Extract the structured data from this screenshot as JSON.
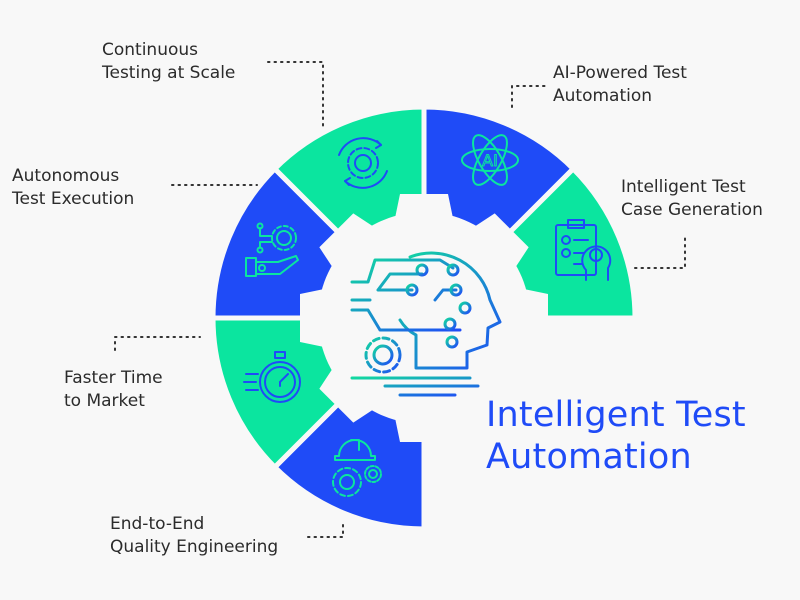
{
  "title": {
    "line1": "Intelligent Test",
    "line2": "Automation"
  },
  "colors": {
    "blue": "#1f4bf7",
    "green": "#0be59f",
    "text": "#2b2b2b",
    "background": "#f8f8f8"
  },
  "segments": [
    {
      "label_line1": "AI-Powered Test",
      "label_line2": "Automation",
      "color": "blue",
      "icon": "ai-atom-icon"
    },
    {
      "label_line1": "Intelligent Test",
      "label_line2": "Case Generation",
      "color": "green",
      "icon": "clipboard-brain-icon"
    },
    {
      "label_line1": "End-to-End",
      "label_line2": "Quality Engineering",
      "color": "blue",
      "icon": "hardhat-gears-icon"
    },
    {
      "label_line1": "Faster Time",
      "label_line2": "to Market",
      "color": "green",
      "icon": "stopwatch-icon"
    },
    {
      "label_line1": "Autonomous",
      "label_line2": "Test Execution",
      "color": "blue",
      "icon": "robot-hand-gear-icon"
    },
    {
      "label_line1": "Continuous",
      "label_line2": "Testing at Scale",
      "color": "green",
      "icon": "cycle-gear-icon"
    }
  ],
  "center_icon": "ai-head-circuit-icon"
}
